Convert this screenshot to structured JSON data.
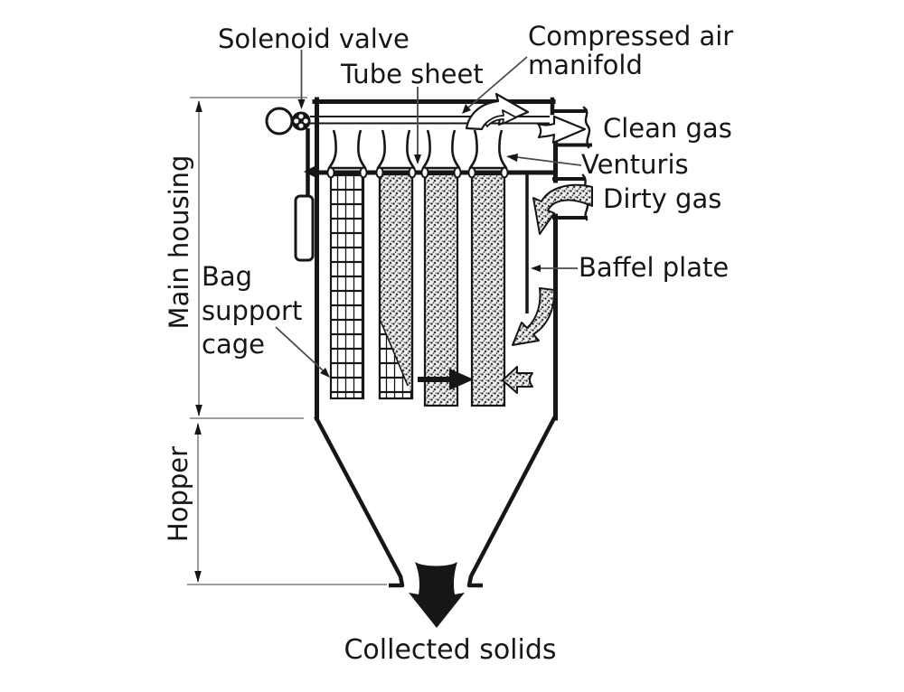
{
  "diagram_title": "Pulse-jet baghouse dust collector schematic",
  "colors": {
    "ink": "#161616",
    "leader_line": "#4a4a4a",
    "dimension_line": "#8f8f8f",
    "stipple_base": "#f1f1f1",
    "background": "#ffffff"
  },
  "labels": {
    "solenoid_valve": "Solenoid valve",
    "tube_sheet": "Tube sheet",
    "compressed_air_manifold": "Compressed air manifold",
    "clean_gas": "Clean gas",
    "venturis": "Venturis",
    "dirty_gas": "Dirty gas",
    "baffel_plate": "Baffel plate",
    "bag_support_cage": "Bag support cage",
    "main_housing": "Main housing",
    "hopper": "Hopper",
    "collected_solids": "Collected solids"
  },
  "icons": {
    "solenoid_valve_icon": "circle-with-four-port-valve",
    "clean_gas_flow_icon": "curved-outline-arrow-right",
    "clean_gas_outlet_icon": "block-outline-arrow-right",
    "dirty_gas_inlet_icon": "stippled-curved-arrow-down",
    "baffle_flow_icon": "stippled-curved-arrow-down-left",
    "bag_inflow_icon": "stippled-arrow-left",
    "bag_outflow_icon": "solid-arrow-right",
    "collected_solids_icon": "solid-arrow-down"
  },
  "components": {
    "filter_bags_count": 4,
    "bag_1_style": "support cage grid",
    "bag_2_style": "fabric with cage exposed at lower left",
    "bag_3_style": "dust-laden fabric",
    "bag_4_style": "dust-laden fabric"
  }
}
